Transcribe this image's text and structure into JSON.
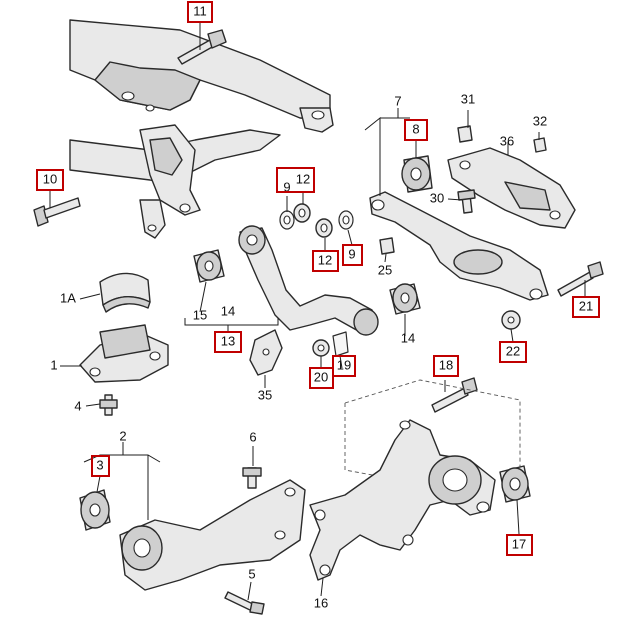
{
  "diagram": {
    "highlight_color": "#c00000",
    "callouts": [
      {
        "id": "c11",
        "label": "11",
        "highlighted": true
      },
      {
        "id": "c10",
        "label": "10",
        "highlighted": true
      },
      {
        "id": "c7",
        "label": "7",
        "highlighted": false
      },
      {
        "id": "c8",
        "label": "8",
        "highlighted": true
      },
      {
        "id": "c31",
        "label": "31",
        "highlighted": false
      },
      {
        "id": "c32",
        "label": "32",
        "highlighted": false
      },
      {
        "id": "c36",
        "label": "36",
        "highlighted": false
      },
      {
        "id": "c30",
        "label": "30",
        "highlighted": false
      },
      {
        "id": "c9a",
        "label": "9",
        "highlighted": false
      },
      {
        "id": "c12a",
        "label": "12",
        "highlighted": true
      },
      {
        "id": "c12b",
        "label": "12",
        "highlighted": true
      },
      {
        "id": "c9b",
        "label": "9",
        "highlighted": true
      },
      {
        "id": "c25",
        "label": "25",
        "highlighted": false
      },
      {
        "id": "c21",
        "label": "21",
        "highlighted": true
      },
      {
        "id": "c1A",
        "label": "1A",
        "highlighted": false
      },
      {
        "id": "c15",
        "label": "15",
        "highlighted": false
      },
      {
        "id": "c14a",
        "label": "14",
        "highlighted": false
      },
      {
        "id": "c13",
        "label": "13",
        "highlighted": true
      },
      {
        "id": "c14b",
        "label": "14",
        "highlighted": false
      },
      {
        "id": "c22",
        "label": "22",
        "highlighted": true
      },
      {
        "id": "c1",
        "label": "1",
        "highlighted": false
      },
      {
        "id": "c20",
        "label": "20",
        "highlighted": true
      },
      {
        "id": "c19",
        "label": "19",
        "highlighted": true
      },
      {
        "id": "c18",
        "label": "18",
        "highlighted": true
      },
      {
        "id": "c4",
        "label": "4",
        "highlighted": false
      },
      {
        "id": "c35",
        "label": "35",
        "highlighted": false
      },
      {
        "id": "c2",
        "label": "2",
        "highlighted": false
      },
      {
        "id": "c6",
        "label": "6",
        "highlighted": false
      },
      {
        "id": "c3",
        "label": "3",
        "highlighted": true
      },
      {
        "id": "c17",
        "label": "17",
        "highlighted": true
      },
      {
        "id": "c5",
        "label": "5",
        "highlighted": false
      },
      {
        "id": "c16",
        "label": "16",
        "highlighted": false
      }
    ]
  }
}
